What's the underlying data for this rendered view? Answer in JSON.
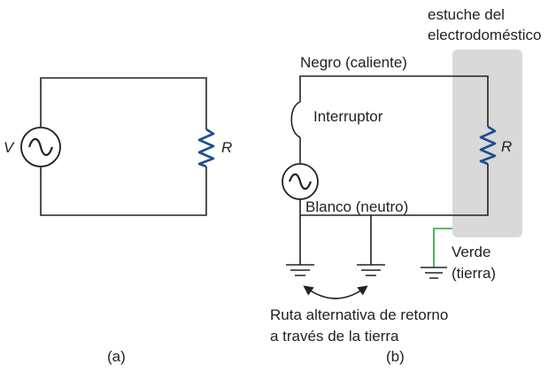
{
  "colors": {
    "wire": "#222222",
    "resistor": "#1f4e8c",
    "ground_green": "#2e9e3a",
    "case_fill": "#d9d9d9",
    "background": "#ffffff"
  },
  "panel_a": {
    "source_label": "V",
    "resistor_label": "R",
    "caption": "(a)"
  },
  "panel_b": {
    "case_label_line1": "estuche del",
    "case_label_line2": "electrodoméstico",
    "hot_wire_label": "Negro (caliente)",
    "switch_label": "Interruptor",
    "resistor_label": "R",
    "neutral_wire_label": "Blanco (neutro)",
    "ground_wire_label_line1": "Verde",
    "ground_wire_label_line2": "(tierra)",
    "return_path_line1": "Ruta alternativa de retorno",
    "return_path_line2": "a través de la tierra",
    "caption": "(b)"
  },
  "icons": {
    "ac_source": "ac-source-icon",
    "resistor": "resistor-zigzag-icon",
    "ground": "ground-symbol-icon",
    "switch": "switch-arc-icon",
    "double_arrow": "curved-double-arrow-icon"
  }
}
